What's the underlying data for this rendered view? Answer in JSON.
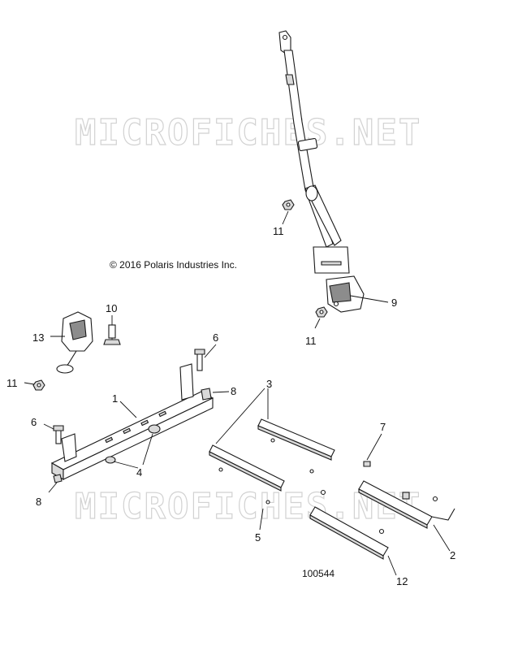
{
  "copyright": "© 2016 Polaris Industries Inc.",
  "watermark": "MICROFICHES.NET",
  "diagram_number": "100544",
  "callouts": {
    "c1": "1",
    "c2": "2",
    "c3": "3",
    "c4": "4",
    "c5": "5",
    "c6a": "6",
    "c6b": "6",
    "c7": "7",
    "c8a": "8",
    "c8b": "8",
    "c9": "9",
    "c10": "10",
    "c11a": "11",
    "c11b": "11",
    "c11c": "11",
    "c12": "12",
    "c13": "13"
  }
}
